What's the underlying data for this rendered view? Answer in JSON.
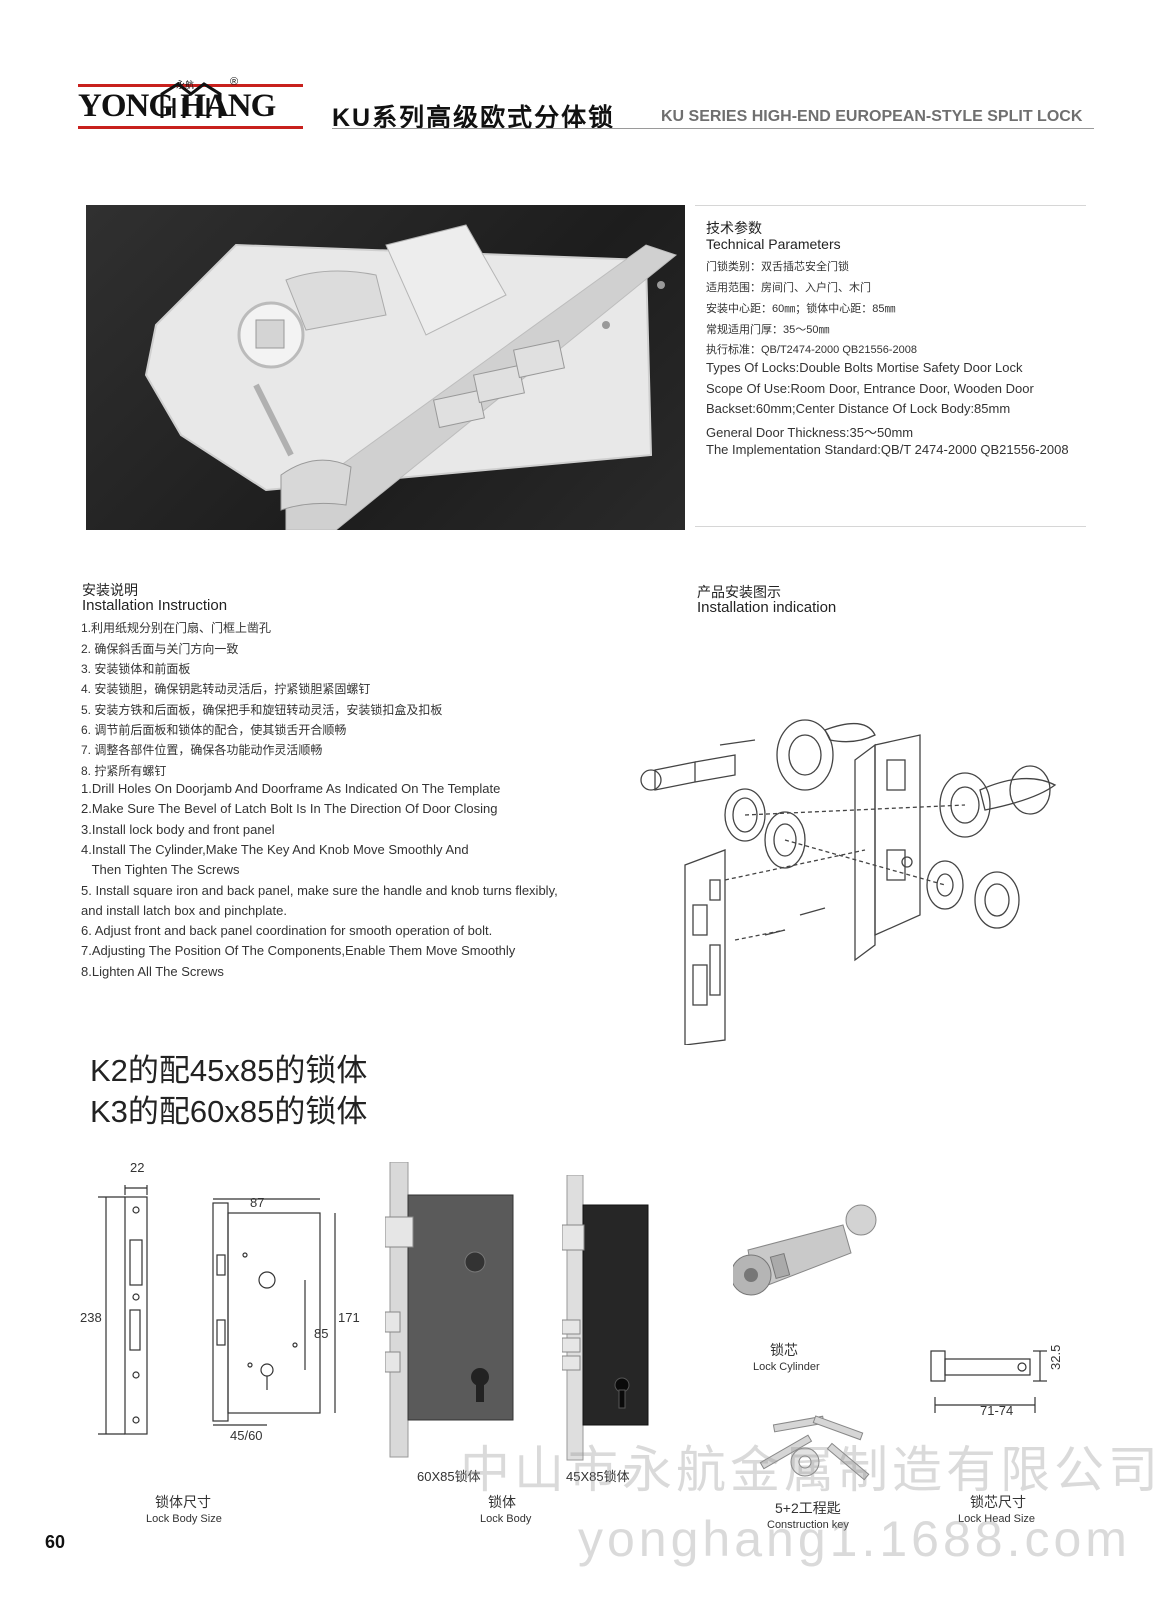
{
  "header": {
    "logo_text": "YONG HANG",
    "logo_small": "永航",
    "logo_reg": "®",
    "title_cn": "KU系列高级欧式分体锁",
    "title_en": "KU SERIES HIGH-END EUROPEAN-STYLE SPLIT LOCK"
  },
  "tech": {
    "heading_cn": "技术参数",
    "heading_en": "Technical Parameters",
    "lines_cn": [
      "门锁类别：双舌插芯安全门锁",
      "适用范围：房间门、入户门、木门",
      "安装中心距：60㎜；锁体中心距：85㎜",
      "常规适用门厚：35～50㎜",
      "执行标准：QB/T2474-2000 QB21556-2008"
    ],
    "lines_en": [
      "Types Of Locks:Double Bolts Mortise Safety Door Lock",
      "Scope Of Use:Room Door, Entrance Door, Wooden Door",
      "Backset:60mm;Center Distance Of Lock Body:85mm",
      "General Door Thickness:35～50mm",
      "The Implementation Standard:QB/T 2474-2000 QB21556-2008"
    ]
  },
  "install": {
    "heading_cn": "安装说明",
    "heading_en": "Installation Instruction",
    "steps_cn": [
      "1.利用纸规分别在门扇、门框上凿孔",
      "2. 确保斜舌面与关门方向一致",
      "3. 安装锁体和前面板",
      "4. 安装锁胆，确保钥匙转动灵活后，拧紧锁胆紧固螺钉",
      "5. 安装方铁和后面板，确保把手和旋钮转动灵活，安装锁扣盒及扣板",
      "6. 调节前后面板和锁体的配合，使其锁舌开合顺畅",
      "7. 调整各部件位置，确保各功能动作灵活顺畅",
      "8. 拧紧所有螺钉"
    ],
    "steps_en": [
      "1.Drill Holes On Doorjamb And Doorframe As Indicated On The Template",
      "2.Make Sure The Bevel of Latch Bolt Is In The Direction Of Door Closing",
      "3.Install lock body and front panel",
      "4.Install The Cylinder,Make The Key And Knob Move Smoothly And",
      "   Then Tighten The Screws",
      "5. Install square iron and back panel, make sure the handle and knob turns flexibly,",
      "and install latch box and pinchplate.",
      "6. Adjust front and back panel coordination for smooth operation of bolt.",
      "7.Adjusting The Position Of The Components,Enable Them Move Smoothly",
      "8.Lighten All The Screws"
    ]
  },
  "indication": {
    "heading_cn": "产品安装图示",
    "heading_en": "Installation indication"
  },
  "specs": {
    "line1": "K2的配45x85的锁体",
    "line2": "K3的配60x85的锁体"
  },
  "dimensions": {
    "d22": "22",
    "d238": "238",
    "d87": "87",
    "d171": "171",
    "d85": "85",
    "d4560": "45/60",
    "d325": "32.5",
    "d7174": "71-74"
  },
  "captions": {
    "body60": "60X85锁体",
    "body45": "45X85锁体",
    "size_cn": "锁体尺寸",
    "size_en": "Lock Body Size",
    "lockbody_cn": "锁体",
    "lockbody_en": "Lock Body",
    "cylinder_cn": "锁芯",
    "cylinder_en": "Lock Cylinder",
    "key_cn": "5+2工程匙",
    "key_en": "Construction key",
    "headsize_cn": "锁芯尺寸",
    "headsize_en": "Lock Head Size"
  },
  "watermark": {
    "line1": "中山市永航金属制造有限公司",
    "line2": "yonghang1.1688.com"
  },
  "page_number": "60"
}
